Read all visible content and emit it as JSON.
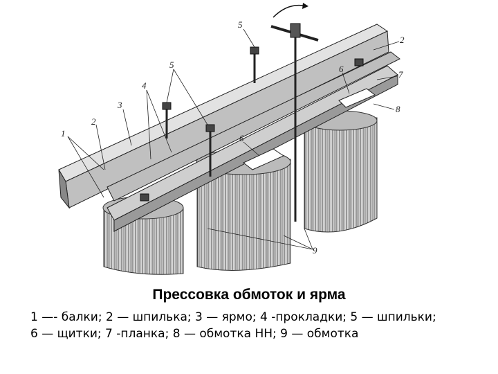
{
  "figure": {
    "part_labels": [
      "1",
      "2",
      "3",
      "4",
      "5",
      "5",
      "2",
      "6",
      "6",
      "7",
      "8",
      "9"
    ]
  },
  "caption": {
    "title": "Прессовка обмоток и ярма",
    "legend_line1": "1 —- балки; 2 — шпилька; 3 — ярмо; 4 -прокладки; 5 — шпильки;",
    "legend_line2": "6 — щитки; 7 -планка; 8 — обмотка НН; 9 — обмотка"
  }
}
